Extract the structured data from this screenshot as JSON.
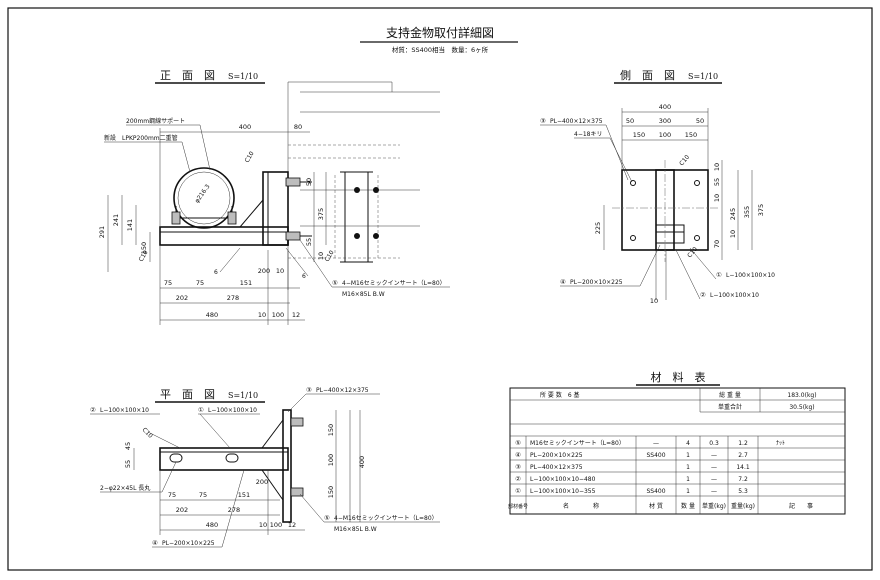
{
  "title": "支持金物取付詳細図",
  "subtitle": "材質：SS400相当　数量：6ヶ所",
  "front_view": {
    "title": "正　面　図",
    "scale": "S=1/10",
    "notes": [
      "200mm鋼線サポート",
      "新設　LPKP200mm二重管"
    ],
    "pipe_dia": "φ216.3",
    "weld_notes": [
      "C10",
      "C10",
      "C10"
    ],
    "angle_notes": [
      "6",
      "6"
    ],
    "dims_top": [
      "400",
      "80"
    ],
    "dims_left": [
      "291",
      "241",
      "141",
      "150"
    ],
    "dims_right": [
      "50",
      "375",
      "55",
      "10"
    ],
    "dims_bottom1": [
      "75",
      "75",
      "151",
      "200",
      "10"
    ],
    "dims_bottom2": [
      "202",
      "278"
    ],
    "dims_bottom3": [
      "480",
      "10",
      "100",
      "12"
    ],
    "callout_5": "⑤",
    "anchor_note": "4−M16セミックインサート（L=80）",
    "bolt_note": "M16×85L B.W"
  },
  "side_view": {
    "title": "側　面　図",
    "scale": "S=1/10",
    "callout_3": "③",
    "plate_note": "PL−400×12×375",
    "hole_note": "4−18キリ",
    "dims_top1": [
      "400"
    ],
    "dims_top2": [
      "50",
      "300",
      "50"
    ],
    "dims_top3": [
      "150",
      "100",
      "150"
    ],
    "weld_notes": [
      "C10",
      "C10"
    ],
    "dims_right1": [
      "10",
      "55",
      "10",
      "245",
      "355",
      "375",
      "10",
      "70"
    ],
    "dims_left": [
      "225"
    ],
    "callout_4": "④",
    "plate2_note": "PL−200×10×225",
    "callout_1": "①",
    "angle1_note": "L−100×100×10",
    "callout_2": "②",
    "angle2_note": "L−100×100×10",
    "dim_bottom": "10"
  },
  "plan_view": {
    "title": "平　面　図",
    "scale": "S=1/10",
    "callout_3": "③",
    "plate_note": "PL−400×12×375",
    "callout_2": "②",
    "angle2_note": "L−100×100×10",
    "callout_1": "①",
    "angle1_note": "L−100×100×10",
    "weld": "C10",
    "dims_left": [
      "55",
      "45"
    ],
    "hole_note": "2−φ22×45L 長丸",
    "dims_right": [
      "150",
      "100",
      "150",
      "400"
    ],
    "dims_bottom1": [
      "75",
      "75",
      "151",
      "200"
    ],
    "dims_bottom2": [
      "202",
      "278"
    ],
    "dims_bottom3": [
      "480",
      "10",
      "100",
      "12"
    ],
    "callout_4": "④",
    "plate2_note": "PL−200×10×225",
    "callout_5": "⑤",
    "anchor_note": "4−M16セミックインサート（L=80）",
    "bolt_note": "M16×85L B.W"
  },
  "material_table": {
    "title": "材　料　表",
    "header_left": "所 要 数　6 基",
    "total_label": "総 重 量",
    "total_value": "183.0(kg)",
    "unit_label": "単重合計",
    "unit_value": "30.5(kg)",
    "rows": [
      {
        "no": "⑤",
        "name": "M16セミックインサート（L=80）",
        "mat": "—",
        "qty": "4",
        "uw": "0.3",
        "w": "1.2",
        "note": "ﾅｯﾄ"
      },
      {
        "no": "④",
        "name": "PL−200×10×225",
        "mat": "SS400",
        "qty": "1",
        "uw": "—",
        "w": "2.7",
        "note": ""
      },
      {
        "no": "③",
        "name": "PL−400×12×375",
        "mat": "",
        "qty": "1",
        "uw": "—",
        "w": "14.1",
        "note": ""
      },
      {
        "no": "②",
        "name": "L−100×100×10−480",
        "mat": "",
        "qty": "1",
        "uw": "—",
        "w": "7.2",
        "note": ""
      },
      {
        "no": "①",
        "name": "L−100×100×10−355",
        "mat": "SS400",
        "qty": "1",
        "uw": "—",
        "w": "5.3",
        "note": ""
      }
    ],
    "footer": {
      "no": "部材番号",
      "name": "名　　　　称",
      "mat": "材 質",
      "qty": "数 量",
      "uw": "単重(kg)",
      "w": "重量(kg)",
      "note": "記　　事"
    }
  }
}
